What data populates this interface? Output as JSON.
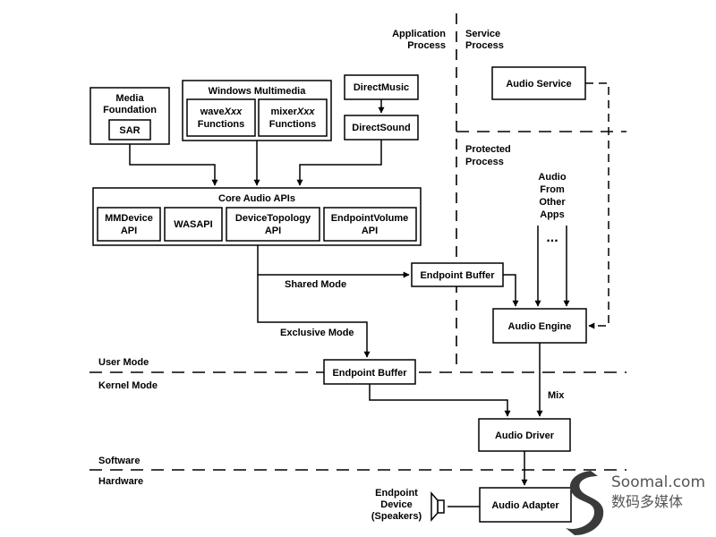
{
  "regions": {
    "application_process": [
      "Application",
      "Process"
    ],
    "service_process": [
      "Service",
      "Process"
    ],
    "protected_process": [
      "Protected",
      "Process"
    ],
    "user_mode": "User Mode",
    "kernel_mode": "Kernel Mode",
    "software": "Software",
    "hardware": "Hardware"
  },
  "boxes": {
    "media_foundation": [
      "Media",
      "Foundation"
    ],
    "sar": "SAR",
    "windows_multimedia": "Windows Multimedia",
    "wave_functions": {
      "prefix": "wave",
      "italic": "Xxx",
      "line2": "Functions"
    },
    "mixer_functions": {
      "prefix": "mixer",
      "italic": "Xxx",
      "line2": "Functions"
    },
    "direct_music": "DirectMusic",
    "direct_sound": "DirectSound",
    "core_audio_apis": "Core Audio APIs",
    "mmdevice_api": [
      "MMDevice",
      "API"
    ],
    "wasapi": "WASAPI",
    "devicetopology_api": [
      "DeviceTopology",
      "API"
    ],
    "endpointvolume_api": [
      "EndpointVolume",
      "API"
    ],
    "audio_service": "Audio Service",
    "endpoint_buffer_shared": "Endpoint Buffer",
    "endpoint_buffer_exclusive": "Endpoint Buffer",
    "audio_engine": "Audio Engine",
    "audio_driver": "Audio Driver",
    "audio_adapter": "Audio Adapter"
  },
  "labels": {
    "shared_mode": "Shared Mode",
    "exclusive_mode": "Exclusive Mode",
    "audio_from_other_apps": [
      "Audio",
      "From",
      "Other",
      "Apps"
    ],
    "ellipsis": "...",
    "mix": "Mix",
    "endpoint_device": [
      "Endpoint",
      "Device",
      "(Speakers)"
    ]
  },
  "watermark": {
    "site": "Soomal.com",
    "subtitle": "数码多媒体"
  },
  "icons": {
    "speaker": "speaker-icon",
    "logo": "soomal-logo-icon"
  }
}
